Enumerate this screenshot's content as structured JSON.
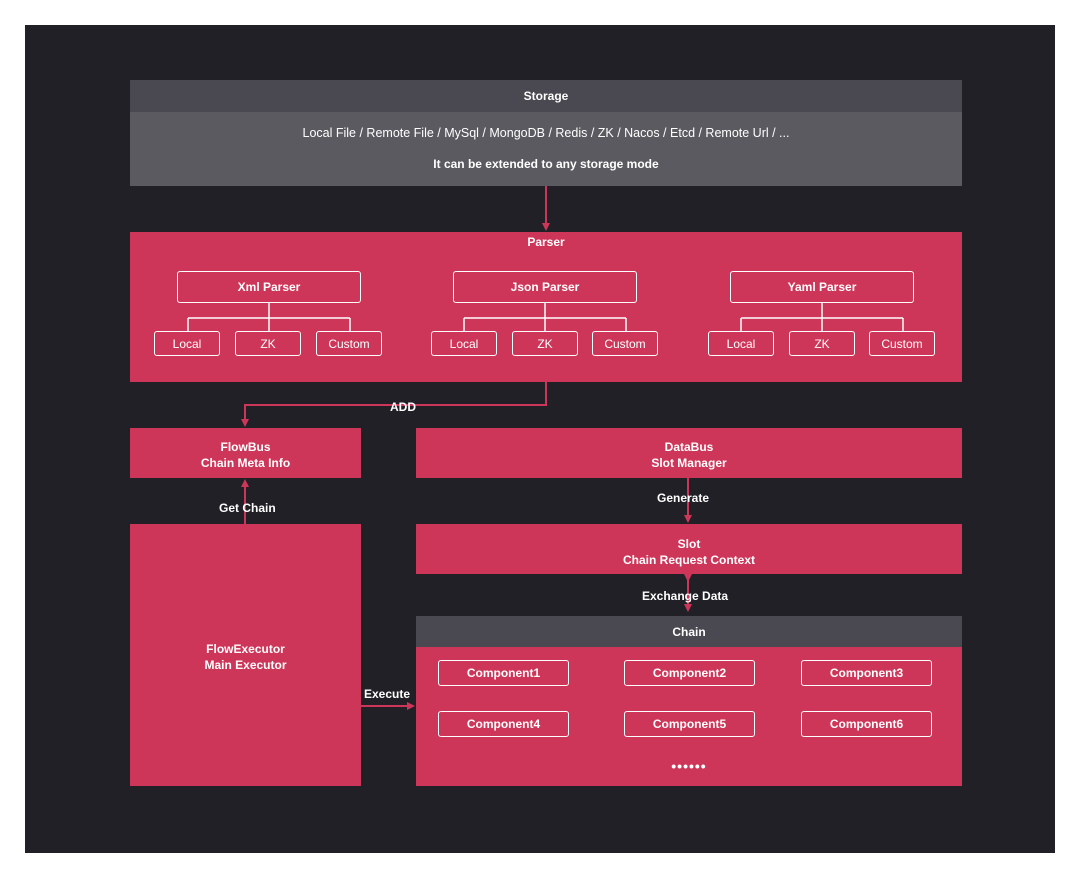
{
  "storage": {
    "title": "Storage",
    "sources": "Local File / Remote File / MySql / MongoDB / Redis / ZK / Nacos / Etcd / Remote Url / ...",
    "note": "It can be extended to any storage mode"
  },
  "parser": {
    "title": "Parser",
    "groups": [
      {
        "label": "Xml Parser",
        "children": [
          "Local",
          "ZK",
          "Custom"
        ]
      },
      {
        "label": "Json Parser",
        "children": [
          "Local",
          "ZK",
          "Custom"
        ]
      },
      {
        "label": "Yaml Parser",
        "children": [
          "Local",
          "ZK",
          "Custom"
        ]
      }
    ]
  },
  "flowbus": {
    "line1": "FlowBus",
    "line2": "Chain Meta Info"
  },
  "databus": {
    "line1": "DataBus",
    "line2": "Slot Manager"
  },
  "slot": {
    "line1": "Slot",
    "line2": "Chain Request Context"
  },
  "flowexecutor": {
    "line1": "FlowExecutor",
    "line2": "Main Executor"
  },
  "chain": {
    "title": "Chain",
    "components": [
      "Component1",
      "Component2",
      "Component3",
      "Component4",
      "Component5",
      "Component6"
    ],
    "more": "••••••"
  },
  "edges": {
    "add": "ADD",
    "get_chain": "Get Chain",
    "generate": "Generate",
    "exchange_data": "Exchange Data",
    "execute": "Execute"
  },
  "colors": {
    "background": "#202026",
    "storage_header": "#4a4850",
    "storage_body": "#5b5a60",
    "crimson": "#ce3659",
    "chain_header": "#4a4850"
  }
}
